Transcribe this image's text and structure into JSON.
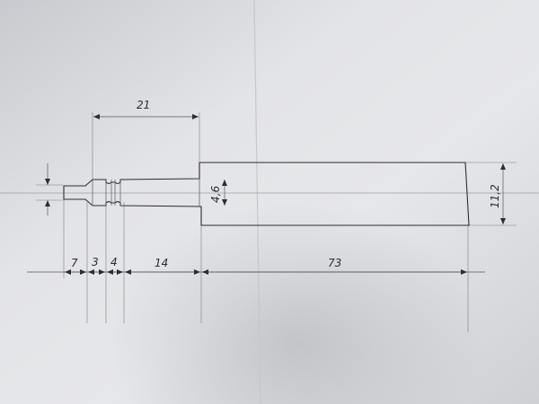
{
  "drawing": {
    "dimensions": {
      "upper_span": "21",
      "height_small": "4,6",
      "height_large": "11,2",
      "seg_1": "7",
      "seg_2": "3",
      "seg_3": "4",
      "seg_4": "14",
      "seg_5": "73"
    },
    "colors": {
      "paper": "#d9dadd",
      "ink": "#2c2c32"
    }
  }
}
